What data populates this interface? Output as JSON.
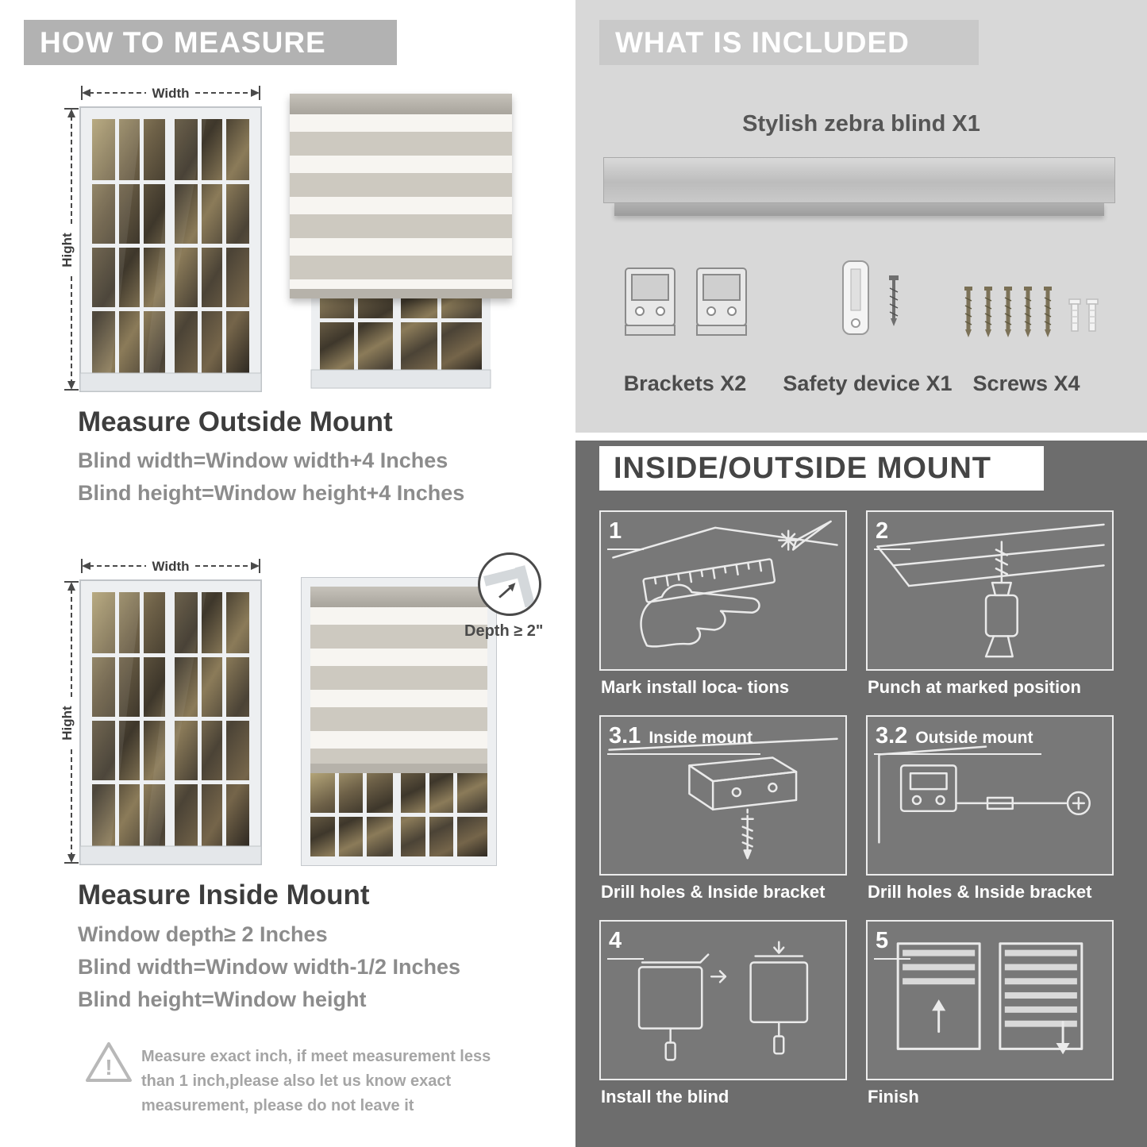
{
  "colors": {
    "left_banner": "#b2b2b2",
    "right_top_bg": "#d8d8d8",
    "right_banner": "#c9c9c9",
    "dark_section_bg": "#6d6d6d",
    "heading_text": "#3d3d3d",
    "body_text": "#8c8c8c"
  },
  "left": {
    "header": "HOW TO MEASURE",
    "outside": {
      "width_label": "Width",
      "height_label": "Hight",
      "title": "Measure Outside Mount",
      "lines": [
        "Blind width=Window width+4 Inches",
        "Blind height=Window height+4 Inches"
      ]
    },
    "inside": {
      "width_label": "Width",
      "height_label": "Hight",
      "depth_label": "Depth ≥ 2\"",
      "title": "Measure Inside Mount",
      "lines": [
        "Window depth≥ 2 Inches",
        "Blind width=Window width-1/2 Inches",
        "Blind height=Window height"
      ]
    },
    "note": {
      "icon": "warning-triangle-icon",
      "icon_glyph": "!",
      "text": "Measure exact inch, if meet measurement less than 1 inch,please also let us know exact measurement, please do not leave it"
    }
  },
  "right": {
    "included": {
      "header": "WHAT IS INCLUDED",
      "blind_label": "Stylish zebra blind X1",
      "items": [
        {
          "name": "brackets",
          "label": "Brackets X2"
        },
        {
          "name": "safety-device",
          "label": "Safety device X1"
        },
        {
          "name": "screws",
          "label": "Screws X4"
        }
      ]
    },
    "mount": {
      "header": "INSIDE/OUTSIDE MOUNT",
      "steps": [
        {
          "num": "1",
          "caption": "Mark install loca- tions"
        },
        {
          "num": "2",
          "caption": "Punch at  marked position"
        },
        {
          "num": "3.1",
          "label": "Inside mount",
          "caption": "Drill holes &  Inside bracket"
        },
        {
          "num": "3.2",
          "label": "Outside mount",
          "caption": "Drill holes &  Inside bracket"
        },
        {
          "num": "4",
          "caption": "Install the blind"
        },
        {
          "num": "5",
          "caption": "Finish"
        }
      ]
    }
  }
}
